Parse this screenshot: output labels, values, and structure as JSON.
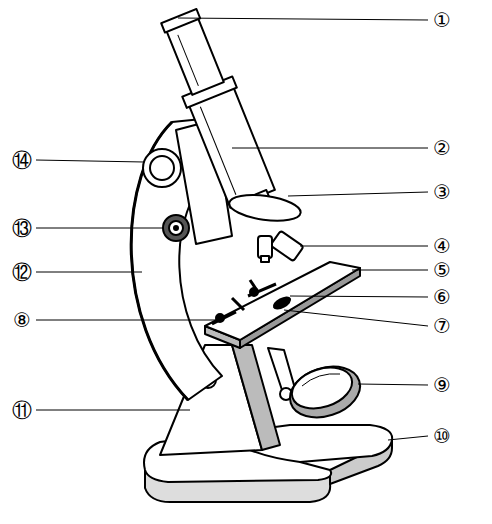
{
  "diagram": {
    "labels": [
      "①",
      "②",
      "③",
      "④",
      "⑤",
      "⑥",
      "⑦",
      "⑧",
      "⑨",
      "⑩",
      "⑪",
      "⑫",
      "⑬",
      "⑭"
    ]
  }
}
